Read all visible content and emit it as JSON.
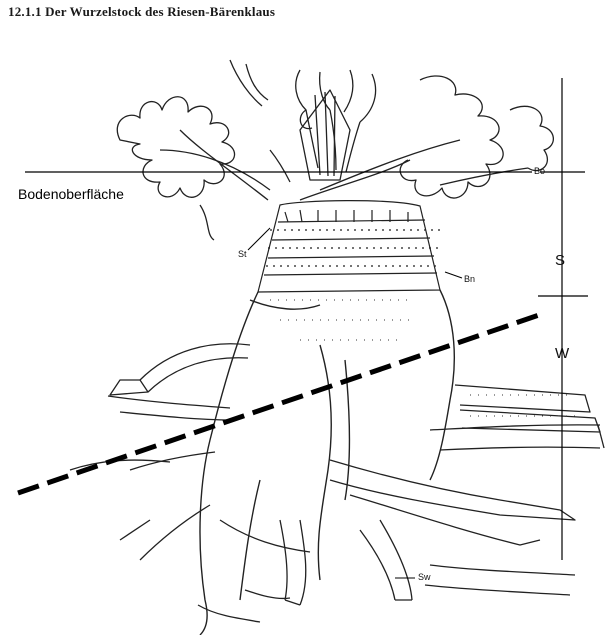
{
  "title": "12.1.1  Der Wurzelstock des Riesen-Bärenklaus",
  "labels": {
    "soil_surface": "Bodenoberfläche",
    "bo": "Bo",
    "st": "St",
    "bn": "Bn",
    "s": "S",
    "w": "W",
    "sw": "Sw"
  }
}
